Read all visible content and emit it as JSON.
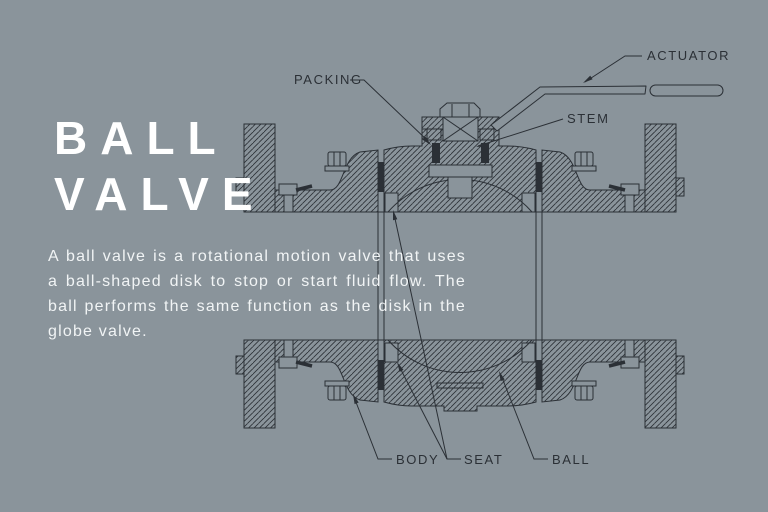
{
  "colors": {
    "background": "#8A949B",
    "line": "#2B3036",
    "title_text": "#FFFFFF",
    "body_text": "#F1F4F5"
  },
  "title": {
    "line1": "BALL",
    "line2": "VALVE"
  },
  "description": "A ball valve is a rotational motion valve that uses a ball-shaped disk to stop or start fluid flow. The ball performs the same function as the disk in the globe valve.",
  "diagram": {
    "labels": {
      "packing": "PACKING",
      "actuator": "ACTUATOR",
      "stem": "STEM",
      "body": "BODY",
      "seat": "SEAT",
      "ball": "BALL"
    }
  }
}
